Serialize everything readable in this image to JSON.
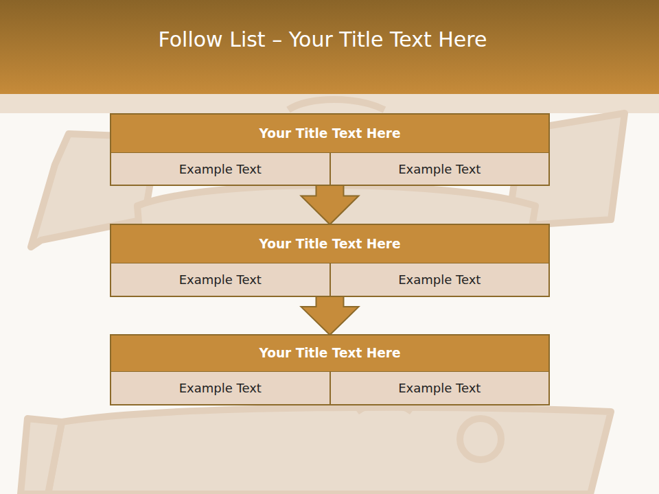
{
  "diagram": {
    "title": "Follow List – Your Title Text Here",
    "nodes": [
      {
        "text": [
          "Your Title Text Here"
        ]
      },
      {
        "text": [
          "Example Text"
        ],
        "in": 0
      },
      {
        "text": [
          "Example Text"
        ],
        "in": 0
      },
      {
        "text": [
          "Your Title Text Here"
        ]
      },
      {
        "text": [
          "Example Text"
        ],
        "in": 3
      },
      {
        "text": [
          "Example Text"
        ],
        "in": 3
      },
      {
        "text": [
          "Your Title Text Here"
        ]
      },
      {
        "text": [
          "Example Text"
        ],
        "in": 6
      },
      {
        "text": [
          "Example Text"
        ],
        "in": 6
      }
    ],
    "edges": [
      {
        "from": 0,
        "to": 3,
        "arrow": "to"
      },
      {
        "from": 3,
        "to": 6,
        "arrow": "to"
      }
    ]
  }
}
